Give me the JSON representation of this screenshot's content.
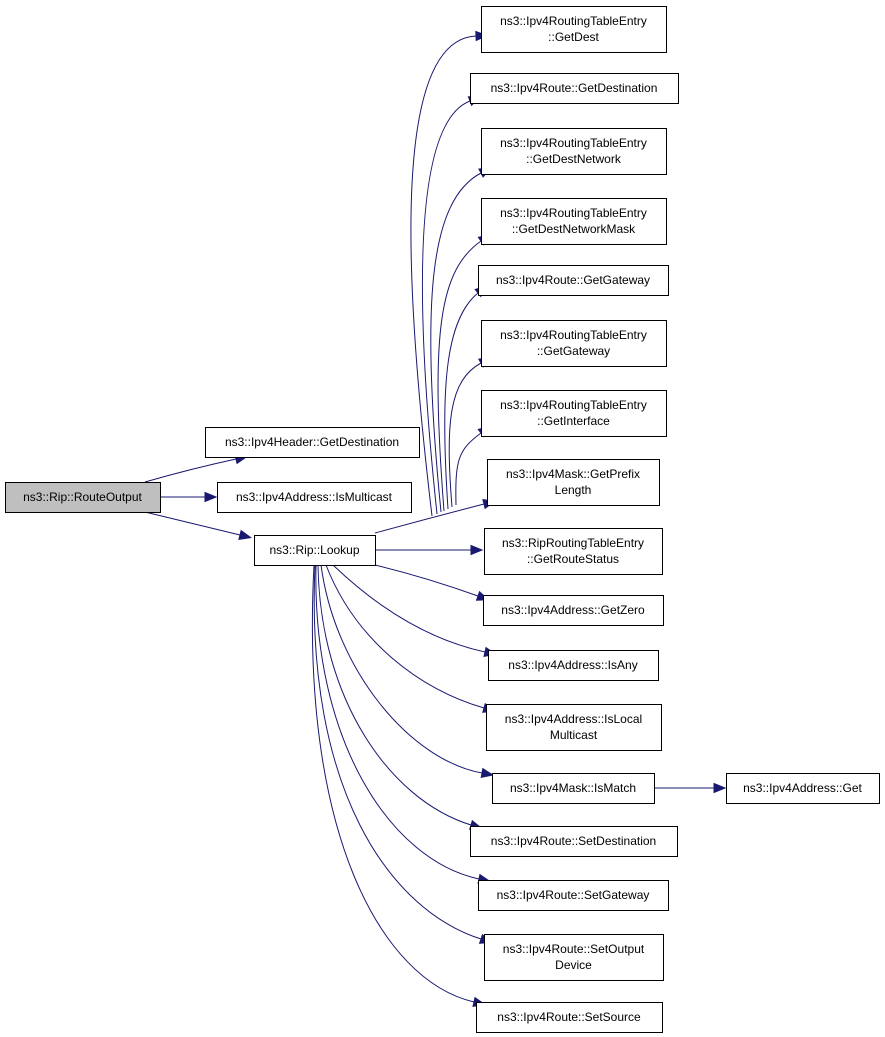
{
  "colors": {
    "edge": "#191970",
    "node_border": "#000000",
    "root_fill": "#bfbfbf",
    "node_fill": "#ffffff"
  },
  "nodes": [
    {
      "id": "route_output",
      "lines": [
        "ns3::Rip::RouteOutput"
      ],
      "highlight": true
    },
    {
      "id": "header_get_destination",
      "lines": [
        "ns3::Ipv4Header::GetDestination"
      ]
    },
    {
      "id": "address_is_multicast",
      "lines": [
        "ns3::Ipv4Address::IsMulticast"
      ]
    },
    {
      "id": "lookup",
      "lines": [
        "ns3::Rip::Lookup"
      ]
    },
    {
      "id": "rte_get_dest",
      "lines": [
        "ns3::Ipv4RoutingTableEntry",
        "::GetDest"
      ]
    },
    {
      "id": "route_get_destination",
      "lines": [
        "ns3::Ipv4Route::GetDestination"
      ]
    },
    {
      "id": "rte_get_dest_network",
      "lines": [
        "ns3::Ipv4RoutingTableEntry",
        "::GetDestNetwork"
      ]
    },
    {
      "id": "rte_get_dest_network_mask",
      "lines": [
        "ns3::Ipv4RoutingTableEntry",
        "::GetDestNetworkMask"
      ]
    },
    {
      "id": "route_get_gateway",
      "lines": [
        "ns3::Ipv4Route::GetGateway"
      ]
    },
    {
      "id": "rte_get_gateway",
      "lines": [
        "ns3::Ipv4RoutingTableEntry",
        "::GetGateway"
      ]
    },
    {
      "id": "rte_get_interface",
      "lines": [
        "ns3::Ipv4RoutingTableEntry",
        "::GetInterface"
      ]
    },
    {
      "id": "mask_get_prefix_length",
      "lines": [
        "ns3::Ipv4Mask::GetPrefix",
        "Length"
      ]
    },
    {
      "id": "rip_rte_get_route_status",
      "lines": [
        "ns3::RipRoutingTableEntry",
        "::GetRouteStatus"
      ]
    },
    {
      "id": "address_get_zero",
      "lines": [
        "ns3::Ipv4Address::GetZero"
      ]
    },
    {
      "id": "address_is_any",
      "lines": [
        "ns3::Ipv4Address::IsAny"
      ]
    },
    {
      "id": "address_is_local_multicast",
      "lines": [
        "ns3::Ipv4Address::IsLocal",
        "Multicast"
      ]
    },
    {
      "id": "mask_is_match",
      "lines": [
        "ns3::Ipv4Mask::IsMatch"
      ]
    },
    {
      "id": "address_get",
      "lines": [
        "ns3::Ipv4Address::Get"
      ]
    },
    {
      "id": "route_set_destination",
      "lines": [
        "ns3::Ipv4Route::SetDestination"
      ]
    },
    {
      "id": "route_set_gateway",
      "lines": [
        "ns3::Ipv4Route::SetGateway"
      ]
    },
    {
      "id": "route_set_output_device",
      "lines": [
        "ns3::Ipv4Route::SetOutput",
        "Device"
      ]
    },
    {
      "id": "route_set_source",
      "lines": [
        "ns3::Ipv4Route::SetSource"
      ]
    }
  ],
  "edges": [
    {
      "from": "route_output",
      "to": "header_get_destination"
    },
    {
      "from": "route_output",
      "to": "address_is_multicast"
    },
    {
      "from": "route_output",
      "to": "lookup"
    },
    {
      "from": "lookup",
      "to": "rte_get_dest"
    },
    {
      "from": "lookup",
      "to": "route_get_destination"
    },
    {
      "from": "lookup",
      "to": "rte_get_dest_network"
    },
    {
      "from": "lookup",
      "to": "rte_get_dest_network_mask"
    },
    {
      "from": "lookup",
      "to": "route_get_gateway"
    },
    {
      "from": "lookup",
      "to": "rte_get_gateway"
    },
    {
      "from": "lookup",
      "to": "rte_get_interface"
    },
    {
      "from": "lookup",
      "to": "mask_get_prefix_length"
    },
    {
      "from": "lookup",
      "to": "rip_rte_get_route_status"
    },
    {
      "from": "lookup",
      "to": "address_get_zero"
    },
    {
      "from": "lookup",
      "to": "address_is_any"
    },
    {
      "from": "lookup",
      "to": "address_is_local_multicast"
    },
    {
      "from": "lookup",
      "to": "mask_is_match"
    },
    {
      "from": "mask_is_match",
      "to": "address_get"
    },
    {
      "from": "lookup",
      "to": "route_set_destination"
    },
    {
      "from": "lookup",
      "to": "route_set_gateway"
    },
    {
      "from": "lookup",
      "to": "route_set_output_device"
    },
    {
      "from": "lookup",
      "to": "route_set_source"
    }
  ]
}
